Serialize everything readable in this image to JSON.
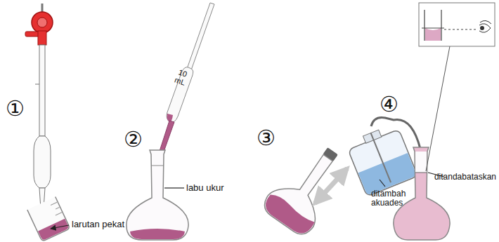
{
  "diagram": {
    "labels": [
      "①",
      "10 mL",
      "larutan pekat",
      "②",
      "labu ukur",
      "③",
      "④",
      "ditambah akuades",
      "ditandabataskan"
    ]
  }
}
